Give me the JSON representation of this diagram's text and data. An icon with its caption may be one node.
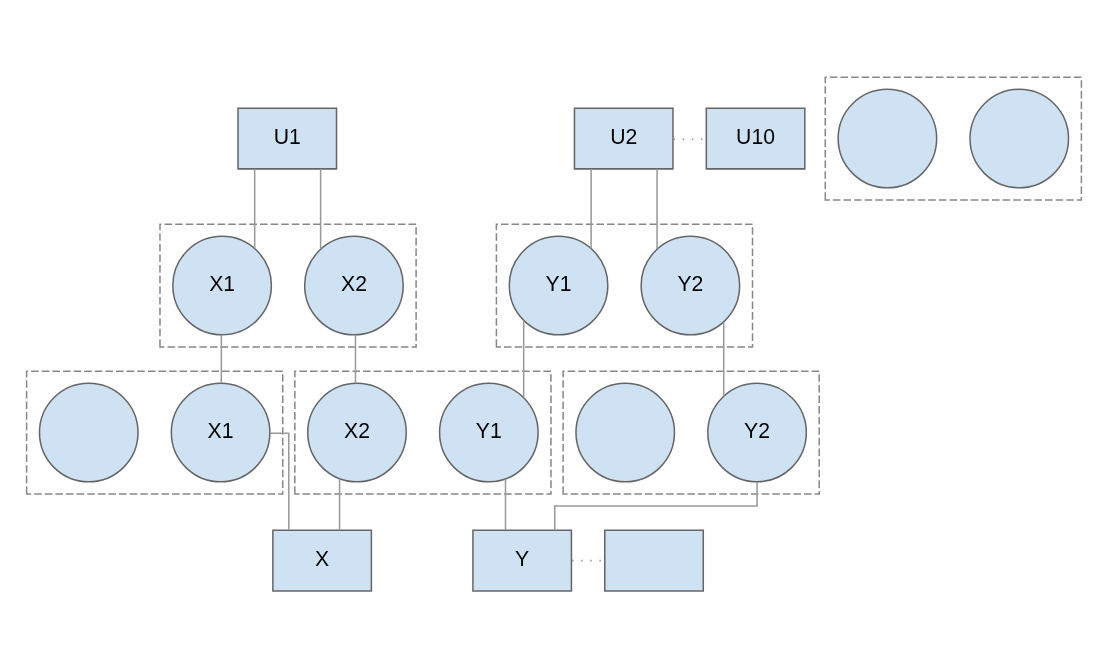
{
  "diagram": {
    "nodes": [
      {
        "text": [
          "U1"
        ]
      },
      {
        "text": [
          "U2"
        ]
      },
      {
        "text": [
          "U10"
        ]
      },
      {
        "text": [],
        "shape": "box"
      },
      {
        "text": [
          "X1"
        ],
        "in": 3
      },
      {
        "text": [
          "X2"
        ],
        "in": 3
      },
      {
        "text": [],
        "shape": "box"
      },
      {
        "text": [
          "Y1"
        ],
        "in": 6
      },
      {
        "text": [
          "Y2"
        ],
        "in": 6
      },
      {
        "text": [],
        "shape": "box"
      },
      {
        "text": [],
        "shape": "circle",
        "in": 9
      },
      {
        "text": [],
        "shape": "circle",
        "in": 9
      },
      {
        "text": [],
        "shape": "box"
      },
      {
        "text": [
          "X1"
        ],
        "in": 12
      },
      {
        "text": [],
        "shape": "circle",
        "in": 12
      },
      {
        "text": [],
        "shape": "box"
      },
      {
        "text": [
          "X2"
        ],
        "in": 15
      },
      {
        "text": [
          "Y1"
        ],
        "in": 15
      },
      {
        "text": [],
        "shape": "box"
      },
      {
        "text": [
          "Y2"
        ],
        "in": 18
      },
      {
        "text": [],
        "shape": "circle",
        "in": 18
      },
      {
        "text": [
          "X"
        ]
      },
      {
        "text": [
          "Y"
        ]
      },
      {
        "text": [],
        "shape": "box"
      }
    ],
    "edges": [
      {
        "from": 0,
        "to": 4,
        "arrow": "none"
      },
      {
        "from": 0,
        "to": 5,
        "arrow": "none"
      },
      {
        "from": 1,
        "to": 7,
        "arrow": "none"
      },
      {
        "from": 1,
        "to": 8,
        "arrow": "none"
      },
      {
        "from": 1,
        "to": 2,
        "arrow": "none",
        "style": "dashed"
      },
      {
        "from": 4,
        "to": 13,
        "arrow": "none"
      },
      {
        "from": 5,
        "to": 16,
        "arrow": "none"
      },
      {
        "from": 7,
        "to": 17,
        "arrow": "none"
      },
      {
        "from": 8,
        "to": 19,
        "arrow": "none"
      },
      {
        "from": 13,
        "to": 21,
        "arrow": "none"
      },
      {
        "from": 16,
        "to": 21,
        "arrow": "none"
      },
      {
        "from": 17,
        "to": 22,
        "arrow": "none"
      },
      {
        "from": 19,
        "to": 22,
        "arrow": "none"
      },
      {
        "from": 22,
        "to": 23,
        "arrow": "none",
        "style": "dashed"
      }
    ]
  }
}
